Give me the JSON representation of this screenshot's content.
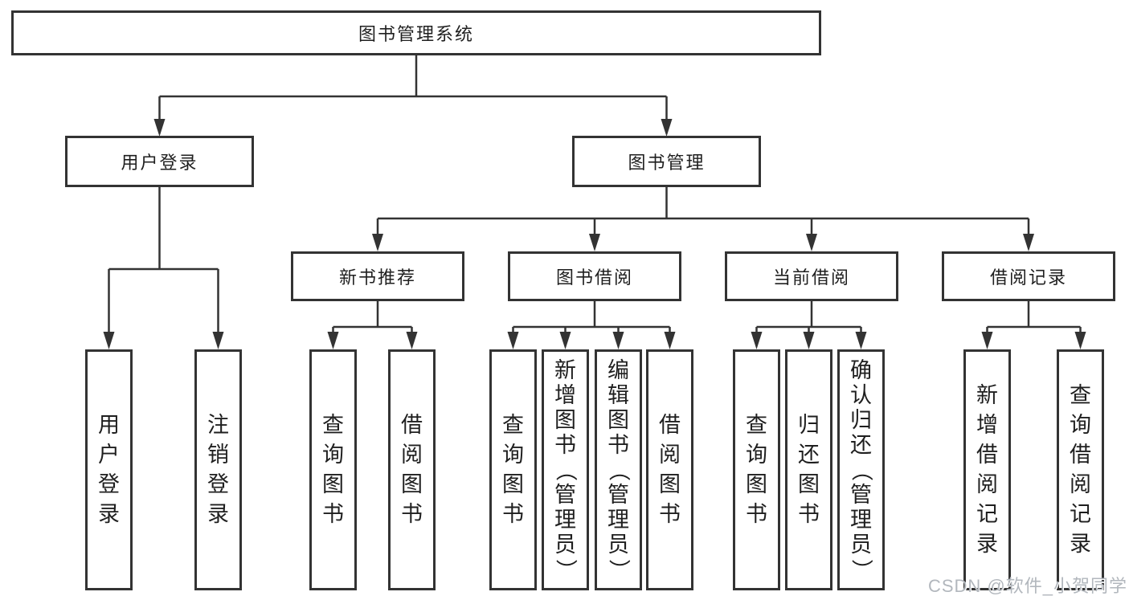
{
  "diagram": {
    "root": {
      "label": "图书管理系统",
      "children": [
        {
          "label": "用户登录",
          "children": [
            {
              "label": "用户登录"
            },
            {
              "label": "注销登录"
            }
          ]
        },
        {
          "label": "图书管理",
          "children": [
            {
              "label": "新书推荐",
              "children": [
                {
                  "label": "查询图书"
                },
                {
                  "label": "借阅图书"
                }
              ]
            },
            {
              "label": "图书借阅",
              "children": [
                {
                  "label": "查询图书"
                },
                {
                  "label": "新增图书（管理员）"
                },
                {
                  "label": "编辑图书（管理员）"
                },
                {
                  "label": "借阅图书"
                }
              ]
            },
            {
              "label": "当前借阅",
              "children": [
                {
                  "label": "查询图书"
                },
                {
                  "label": "归还图书"
                },
                {
                  "label": "确认归还（管理员）"
                }
              ]
            },
            {
              "label": "借阅记录",
              "children": [
                {
                  "label": "新增借阅记录"
                },
                {
                  "label": "查询借阅记录"
                }
              ]
            }
          ]
        }
      ]
    }
  },
  "watermark": "CSDN @软件_小贺同学",
  "colors": {
    "line": "#333333",
    "text": "#1f1f1f",
    "background": "#ffffff",
    "watermark": "#b2b7bd"
  }
}
